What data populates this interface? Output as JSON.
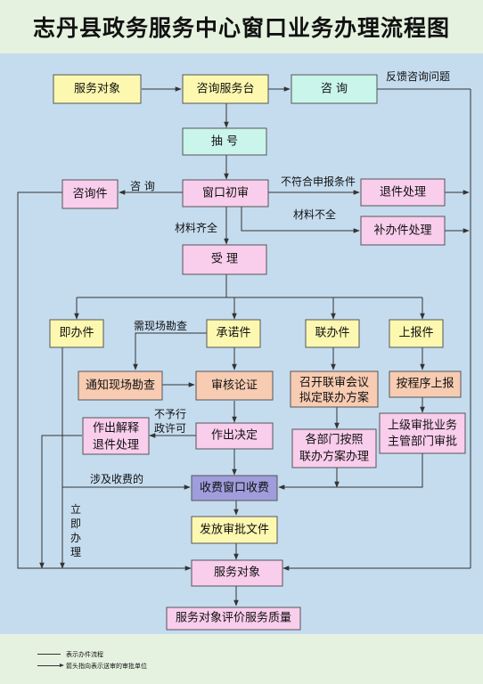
{
  "title": "志丹县政务服务中心窗口业务办理流程图",
  "colors": {
    "yellow": "#fdf8b0",
    "cyan": "#c9f5ea",
    "pink": "#f9cdec",
    "orange": "#f8ccb2",
    "purple": "#9f9ddc",
    "line": "#333333"
  },
  "nodes": {
    "fuwu_duixiang_top": "服务对象",
    "zixun_fuwutai": "咨询服务台",
    "zixun": "咨 询",
    "chouhao": "抽 号",
    "chuangkou_chushen": "窗口初审",
    "zixunjian": "咨询件",
    "tuijian_chuli": "退件处理",
    "bubanjian_chuli": "补办件处理",
    "shouli": "受 理",
    "jibanjian": "即办件",
    "chengnuojian": "承诺件",
    "lianbanjian": "联办件",
    "shangbaojian": "上报件",
    "tongzhi_xianchang": "通知现场勘查",
    "shenhe_lunzheng": "审核论证",
    "zhaokai_line1": "召开联审会议",
    "zhaokai_line2": "拟定联办方案",
    "an_chengxu": "按程序上报",
    "zuochu_jieshi_line1": "作出解释",
    "zuochu_jieshi_line2": "退件处理",
    "zuochu_jueding": "作出决定",
    "gebumen_line1": "各部门按照",
    "gebumen_line2": "联办方案办理",
    "shangji_line1": "上级审批业务",
    "shangji_line2": "主管部门审批",
    "shoufei": "收费窗口收费",
    "fafang": "发放审批文件",
    "fuwu_duixiang_bottom": "服务对象",
    "pingjia": "服务对象评价服务质量"
  },
  "labels": {
    "fankui": "反馈咨询问题",
    "zixun_edge": "咨 询",
    "bufuhe": "不符合申报条件",
    "cailiao_buquan": "材料不全",
    "cailiao_qiquan": "材料齐全",
    "xu_xianchang": "需现场勘查",
    "buyu_line1": "不予行",
    "buyu_line2": "政许可",
    "sheji_shoufei": "涉及收费的",
    "li_1": "立",
    "li_2": "即",
    "li_3": "办",
    "li_4": "理"
  },
  "legend": {
    "flow": "表示办件流程",
    "arrow": "箭头指向表示送审的审批单位"
  }
}
